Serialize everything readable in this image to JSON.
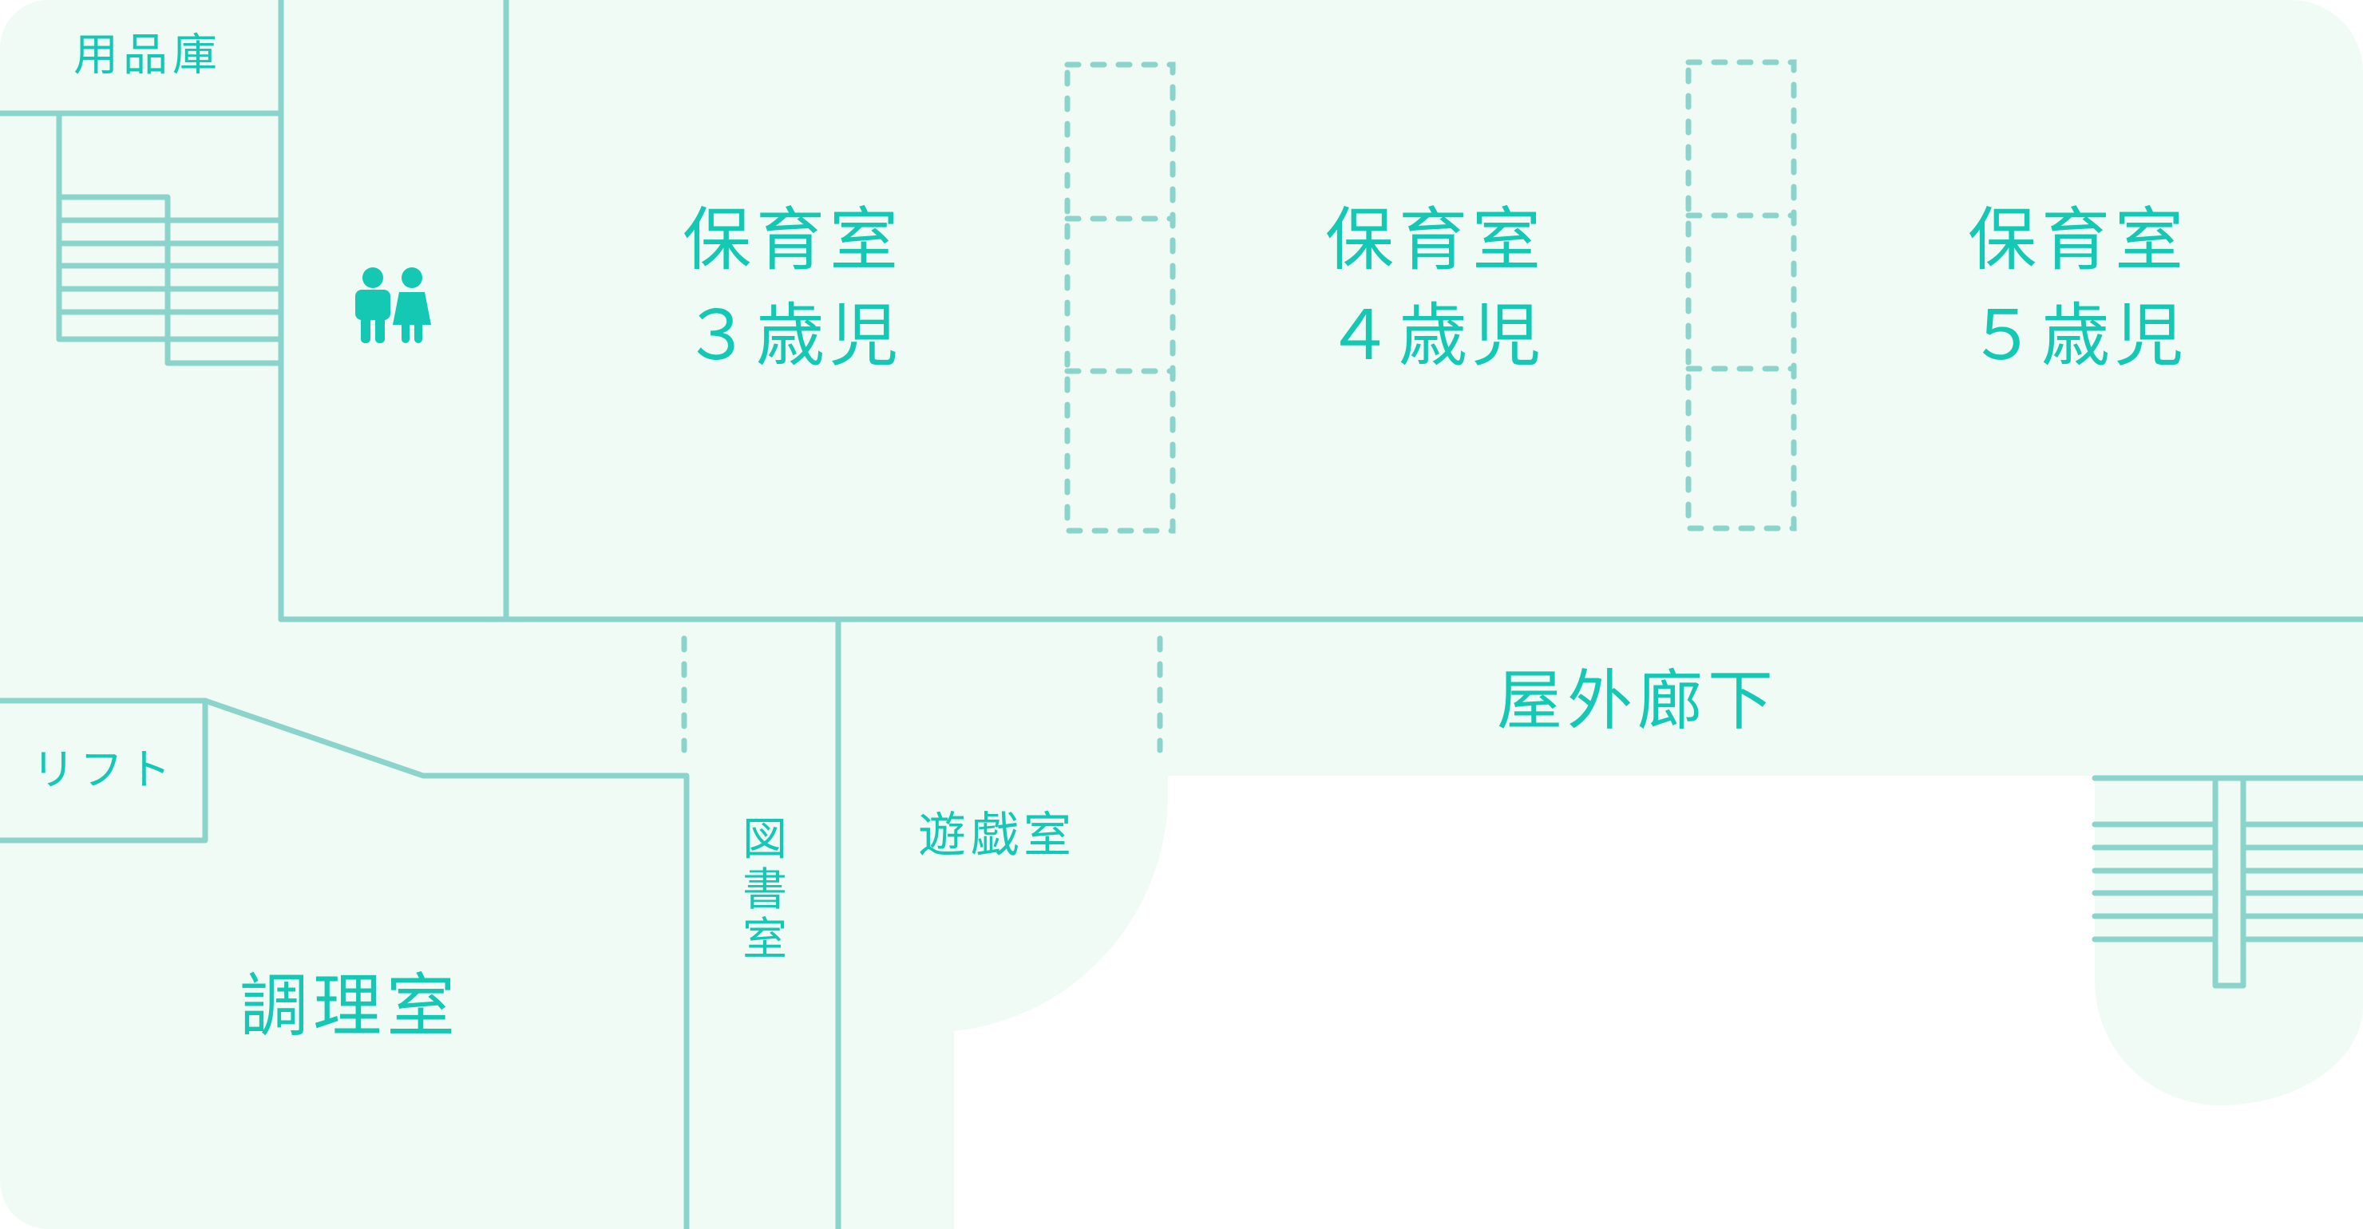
{
  "colors": {
    "floor": "#F1FBF5",
    "wall": "#8AD4CB",
    "text": "#14C8B4",
    "background": "#FFFFFF"
  },
  "rooms": {
    "supply_room": {
      "label": "用品庫"
    },
    "restroom": {
      "icon": "restroom-icon"
    },
    "nursery_3": {
      "line1": "保育室",
      "line2": "３歳児"
    },
    "nursery_4": {
      "line1": "保育室",
      "line2": "４歳児"
    },
    "nursery_5": {
      "line1": "保育室",
      "line2": "５歳児"
    },
    "lift": {
      "label": "リフト"
    },
    "kitchen": {
      "label": "調理室"
    },
    "library": {
      "chars": [
        "図",
        "書",
        "室"
      ]
    },
    "playroom": {
      "label": "遊戯室"
    },
    "outdoor_corridor": {
      "label": "屋外廊下"
    }
  }
}
